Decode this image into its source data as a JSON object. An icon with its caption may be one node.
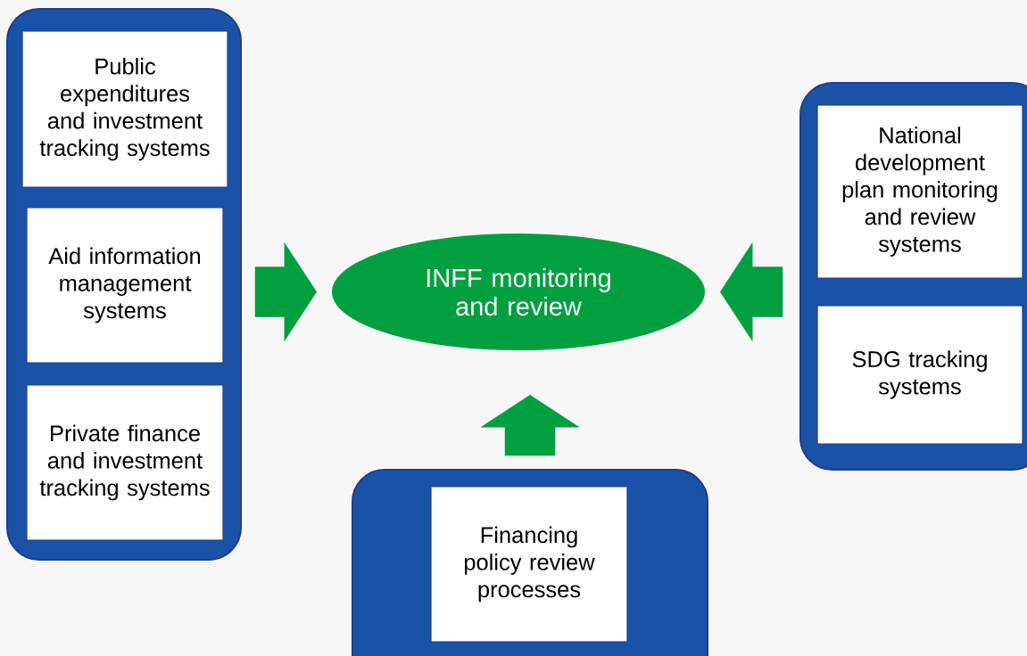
{
  "diagram": {
    "nodes": [
      {
        "text": [],
        "shape": "box"
      },
      {
        "text": [
          "Public expenditures and investment tracking systems"
        ],
        "in": 0
      },
      {
        "text": [
          "Aid information management systems"
        ],
        "in": 0
      },
      {
        "text": [
          "Private finance and investment tracking systems"
        ],
        "in": 0
      },
      {
        "text": [
          "INFF monitoring and review"
        ]
      },
      {
        "text": [],
        "shape": "box"
      },
      {
        "text": [
          "National development plan monitoring and review systems"
        ],
        "in": 5
      },
      {
        "text": [
          "SDG tracking systems"
        ],
        "in": 5
      },
      {
        "text": [],
        "shape": "box"
      },
      {
        "text": [
          "Financing policy review processes"
        ],
        "in": 8
      }
    ],
    "edges": [
      {
        "from": 0,
        "to": 4,
        "arrow": "to"
      },
      {
        "from": 5,
        "to": 4,
        "arrow": "to"
      },
      {
        "from": 8,
        "to": 4,
        "arrow": "to"
      }
    ]
  }
}
